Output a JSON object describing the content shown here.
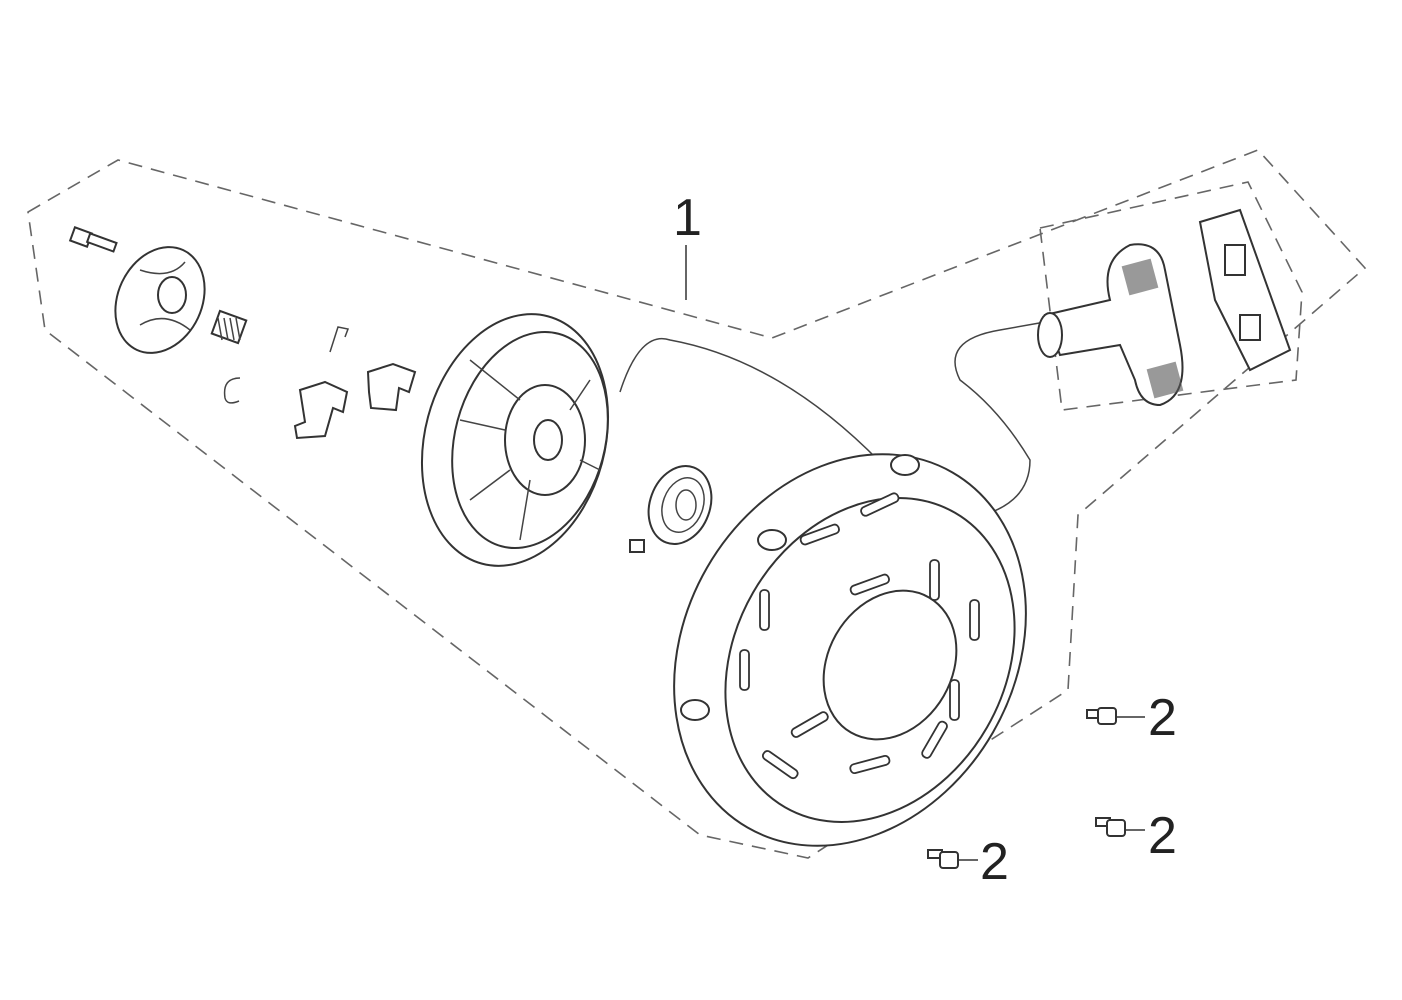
{
  "diagram": {
    "callouts": [
      {
        "id": "callout-1",
        "label": "1",
        "part": "recoil-starter-assembly"
      },
      {
        "id": "callout-2a",
        "label": "2",
        "part": "bolt"
      },
      {
        "id": "callout-2b",
        "label": "2",
        "part": "bolt"
      },
      {
        "id": "callout-2c",
        "label": "2",
        "part": "bolt"
      }
    ]
  }
}
